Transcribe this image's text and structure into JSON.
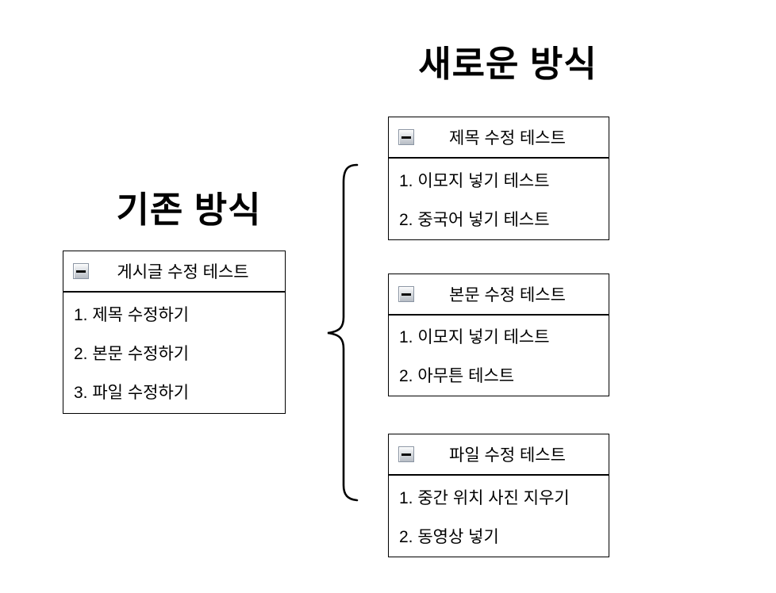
{
  "titles": {
    "old": "기존 방식",
    "new": "새로운 방식"
  },
  "icons": {
    "collapse": "minus-square"
  },
  "boxes": {
    "old": {
      "header": "게시글 수정 테스트",
      "items": [
        "1. 제목 수정하기",
        "2. 본문 수정하기",
        "3. 파일 수정하기"
      ]
    },
    "new": [
      {
        "header": "제목 수정 테스트",
        "items": [
          "1. 이모지 넣기 테스트",
          "2. 중국어 넣기 테스트"
        ]
      },
      {
        "header": "본문 수정 테스트",
        "items": [
          "1. 이모지 넣기 테스트",
          "2. 아무튼 테스트"
        ]
      },
      {
        "header": "파일 수정 테스트",
        "items": [
          "1. 중간 위치 사진 지우기",
          "2. 동영상 넣기"
        ]
      }
    ]
  },
  "colors": {
    "background": "#ffffff",
    "text": "#000000",
    "box_border": "#000000",
    "icon_border": "#8b95a3",
    "icon_fill_top": "#fbfcfd",
    "icon_fill_bottom": "#b6bcc4",
    "brace": "#000000"
  }
}
